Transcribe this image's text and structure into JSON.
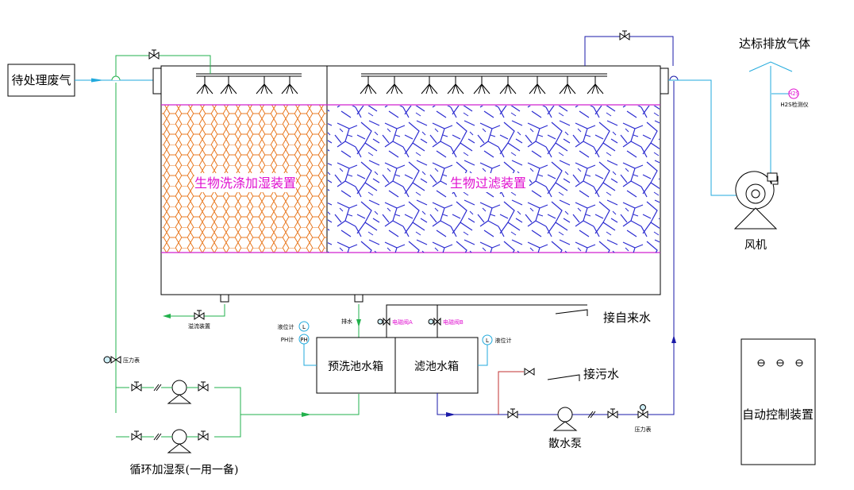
{
  "labels": {
    "waste_gas": "待处理废气",
    "bio_wash": "生物洗涤加湿装置",
    "bio_filter": "生物过滤装置",
    "exhaust": "达标排放气体",
    "h2s_meter": "H2S检测仪",
    "h2s_symbol": "H2S",
    "fan": "风机",
    "tap_water": "接自来水",
    "sewage": "接污水",
    "prewash_tank": "预洗池水箱",
    "filter_tank": "滤池水箱",
    "overflow": "溢流装置",
    "drain": "排水",
    "solenoid_a": "电磁阀A",
    "solenoid_b": "电磁阀B",
    "level_meter_left": "液位计",
    "level_meter_right": "液位计",
    "ph_meter": "PH计",
    "level_symbol_left": "L",
    "level_symbol_right": "L",
    "ph_symbol": "PH",
    "pressure_gauge_left": "压力表",
    "pressure_gauge_right": "压力表",
    "humid_pump": "循环加湿泵(一用一备)",
    "spray_pump": "散水泵",
    "auto_control": "自动控制装置"
  },
  "colors": {
    "green_line": "#22b14c",
    "blue_line": "#1a1aa8",
    "cyan_line": "#22aadd",
    "hex_orange": "#e87820",
    "magenta": "#d020d0",
    "red_line": "#c03030"
  }
}
